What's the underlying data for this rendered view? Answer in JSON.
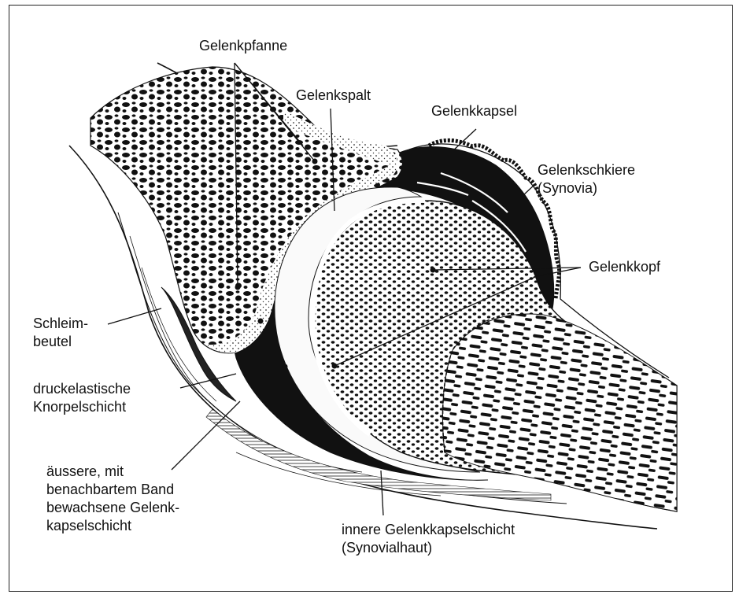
{
  "labels": {
    "gelenkpfanne": "Gelenkpfanne",
    "gelenkspalt": "Gelenkspalt",
    "gelenkkapsel": "Gelenkkapsel",
    "gelenkschmiere_1": "Gelenkschkiere",
    "gelenkschmiere_2": "(Synovia)",
    "gelenkkopf": "Gelenkkopf",
    "schleimbeutel_1": "Schleim-",
    "schleimbeutel_2": "beutel",
    "knorpel_1": "druckelastische",
    "knorpel_2": "Knorpelschicht",
    "aeussere_1": "äussere, mit",
    "aeussere_2": "benachbartem Band",
    "aeussere_3": "bewachsene Gelenk-",
    "aeussere_4": "kapselschicht",
    "innere_1": "innere Gelenkkapselschicht",
    "innere_2": "(Synovialhaut)"
  },
  "colors": {
    "ink": "#111111",
    "bone_fill": "#f4f4f4",
    "cartilage": "#fafafa"
  }
}
